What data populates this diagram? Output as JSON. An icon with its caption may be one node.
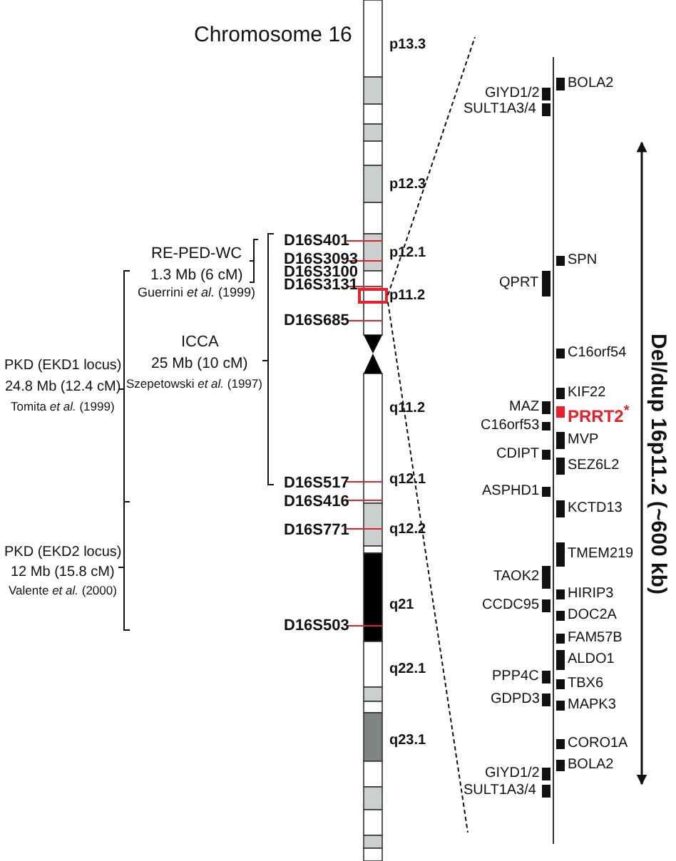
{
  "diagram": {
    "title": "Chromosome 16",
    "labels": [
      "RE-PED-WC",
      "1.3 Mb (6 cM)",
      "Guerrini *et al.* (1999)",
      "ICCA",
      "25 Mb (10 cM)",
      "Szepetowski *et al.* (1997)",
      "PKD (EKD1 locus)",
      "24.8 Mb (12.4 cM)",
      "Tomita *et al.* (1999)",
      "PKD (EKD2 locus)",
      "12 Mb (15.8 cM)",
      "Valente *et al.* (2000)",
      "D16S401",
      "D16S3093",
      "D16S3100",
      "D16S3131",
      "D16S685",
      "D16S517",
      "D16S416",
      "D16S771",
      "D16S503",
      "p13.3",
      "p12.3",
      "p12.1",
      "p11.2",
      "q11.2",
      "q12.1",
      "q12.2",
      "q21",
      "q22.1",
      "q23.1",
      "GIYD1/2",
      "SULT1A3/4",
      "QPRT",
      "MAZ",
      "C16orf53",
      "CDIPT",
      "ASPHD1",
      "TAOK2",
      "CCDC95",
      "PPP4C",
      "GDPD3",
      "GIYD1/2",
      "SULT1A3/4",
      "BOLA2",
      "SPN",
      "C16orf54",
      "KIF22",
      "PRRT2$^{*}$",
      "MVP",
      "SEZ6L2",
      "KCTD13",
      "TMEM219",
      "HIRIP3",
      "DOC2A",
      "FAM57B",
      "ALDO1",
      "TBX6",
      "MAPK3",
      "CORO1A",
      "BOLA2",
      "Del/dup 16p11.2 (~600 kb)"
    ]
  }
}
